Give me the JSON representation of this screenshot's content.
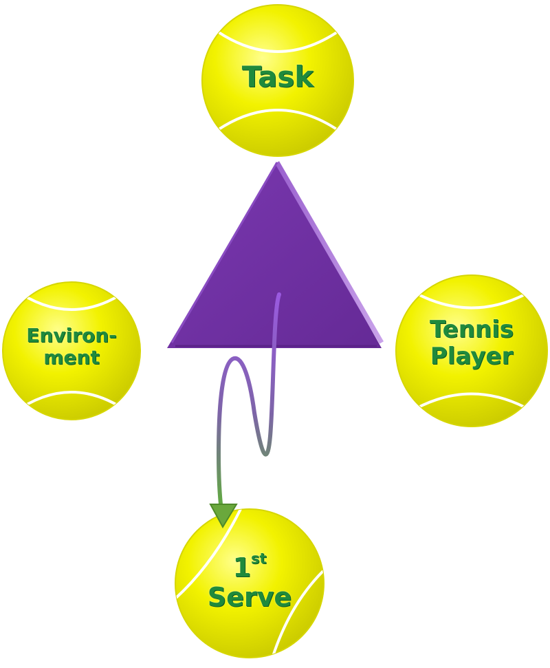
{
  "nodes": {
    "task": {
      "label": "Task"
    },
    "environment": {
      "line1": "Environ-",
      "line2": "ment"
    },
    "player": {
      "line1": "Tennis",
      "line2": "Player"
    },
    "serve": {
      "number": "1",
      "suffix": "st",
      "line2": "Serve"
    }
  },
  "colors": {
    "ball": "#f2f200",
    "ball_edge": "#c8c800",
    "seam": "#ffffff",
    "text": "#1f8a3c",
    "triangle": "#7030a0",
    "arrow_start": "#8a4fd0",
    "arrow_end": "#6aaa3a"
  }
}
